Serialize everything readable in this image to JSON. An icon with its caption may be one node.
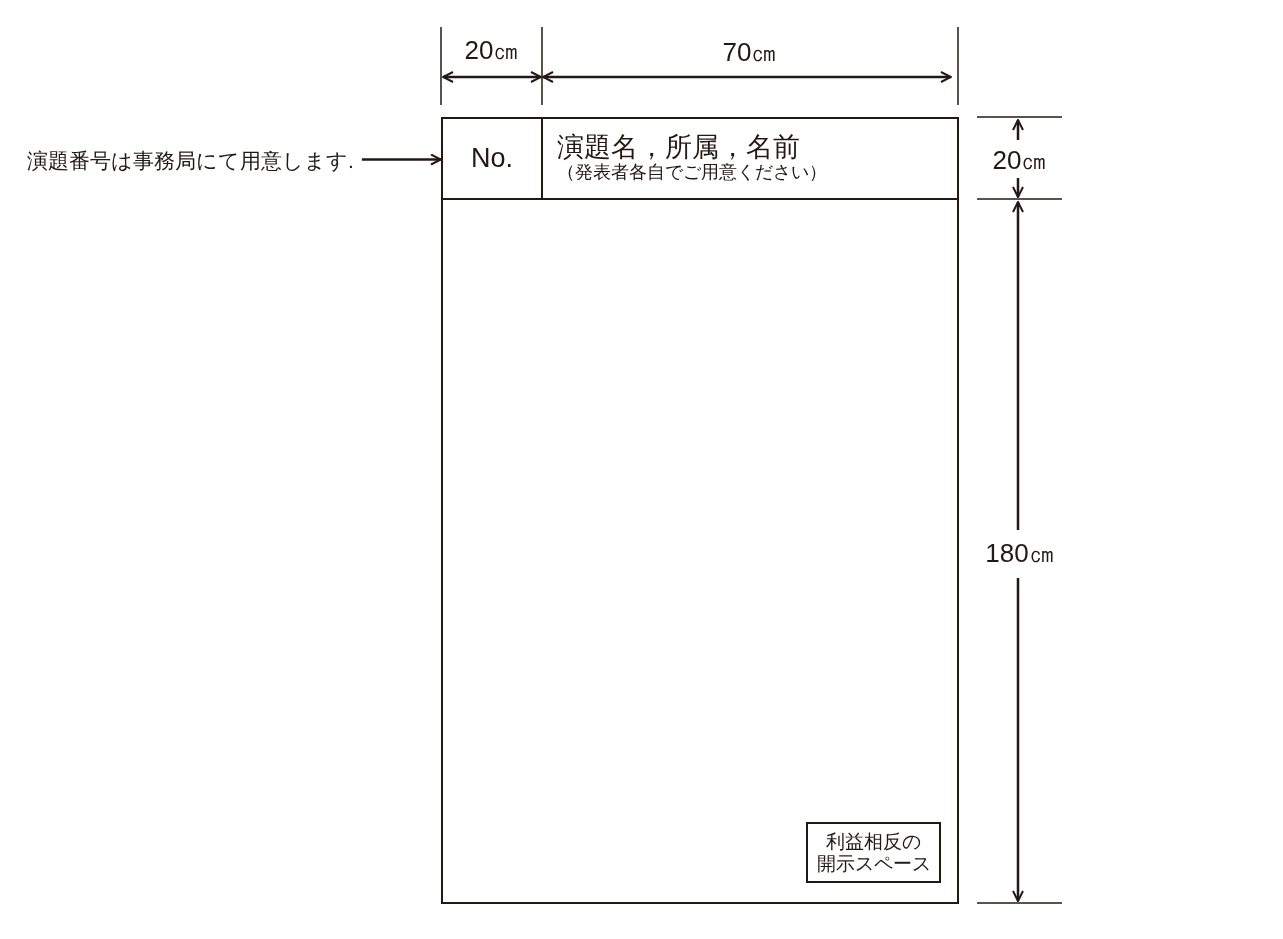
{
  "diagram": {
    "nodes": [
      {
        "text": [],
        "shape": "box"
      },
      {
        "text": [
          "No."
        ],
        "in": 0
      },
      {
        "text": [
          "演題名，所属，名前",
          "（発表者各自でご用意ください）"
        ],
        "in": 0
      },
      {
        "text": [
          "利益相反の開示スペース"
        ],
        "in": 0
      },
      {
        "text": [
          "演題番号は事務局にて用意します."
        ]
      }
    ],
    "edges": [
      {
        "from": 4,
        "to": 1,
        "arrow": "to"
      }
    ],
    "labels": [
      "20㎝",
      "70㎝",
      "20㎝",
      "180㎝"
    ]
  }
}
